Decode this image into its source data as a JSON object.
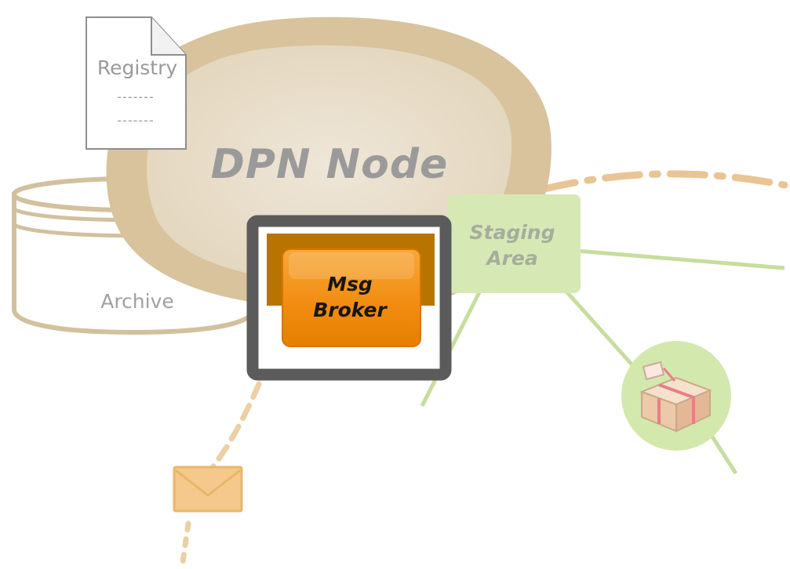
{
  "node": {
    "title": "DPN Node"
  },
  "registry": {
    "title": "Registry",
    "lines": [
      "-------",
      "-------"
    ]
  },
  "archive": {
    "label": "Archive"
  },
  "staging": {
    "label_lines": [
      "Staging",
      "Area"
    ]
  },
  "broker": {
    "label_lines": [
      "Msg",
      "Broker"
    ]
  },
  "icons": [
    "envelope-icon",
    "gift-package-icon"
  ],
  "colors": {
    "node_outer": "#d7c29b",
    "node_inner": "#ece2d1",
    "archive_stroke": "#d2c09e",
    "staging_fill": "#d6e9b5",
    "broker_orange": "#f08a00",
    "highlight_frame": "#5b5b5b",
    "link_green": "#c3dc95",
    "link_tan": "#e9c495"
  }
}
